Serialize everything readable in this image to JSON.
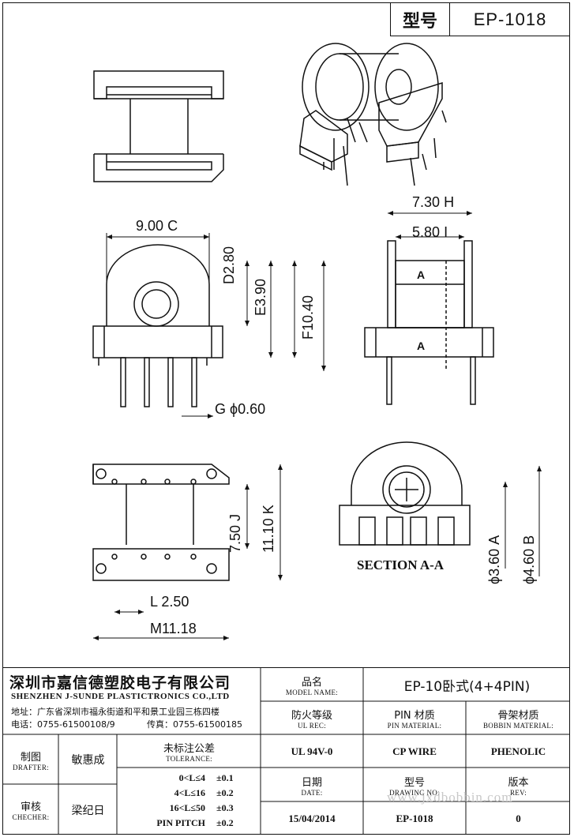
{
  "header": {
    "model_label": "型号",
    "model_value": "EP-1018"
  },
  "dimensions": {
    "H": "7.30",
    "H_tag": "H",
    "I": "5.80",
    "I_tag": "I",
    "C": "9.00",
    "C_tag": "C",
    "D": "2.80",
    "D_tag": "D",
    "E": "3.90",
    "E_tag": "E",
    "F": "10.40",
    "F_tag": "F",
    "G": "ϕ0.60",
    "G_tag": "G",
    "J": "7.50",
    "J_tag": "J",
    "K": "11.10",
    "K_tag": "K",
    "L": "2.50",
    "L_tag": "L",
    "M": "11.18",
    "M_tag": "M",
    "A": "ϕ3.60",
    "A_tag": "A",
    "B": "ϕ4.60",
    "B_tag": "B",
    "section_mark": "A",
    "section_title": "SECTION A-A"
  },
  "title_block": {
    "company_cn": "深圳市嘉信德塑胶电子有限公司",
    "company_en": "SHENZHEN J-SUNDE PLASTICTRONICS CO.,LTD",
    "address": "地址：广东省深圳市福永街道和平和景工业园三栋四楼",
    "phone": "电话：0755-61500108/9",
    "fax": "传真：0755-61500185",
    "model_name_cn": "品名",
    "model_name_en": "MODEL NAME:",
    "model_name_value": "EP-10卧式(4+4PIN)",
    "ul_cn": "防火等级",
    "ul_en": "UL REC:",
    "pin_mat_cn": "PIN 材质",
    "pin_mat_en": "PIN MATERIAL:",
    "bobbin_mat_cn": "骨架材质",
    "bobbin_mat_en": "BOBBIN MATERIAL:",
    "ul_value": "UL 94V-0",
    "pin_value": "CP WIRE",
    "bobbin_value": "PHENOLIC",
    "drafter_cn": "制图",
    "drafter_en": "DRAFTER:",
    "drafter_name": "敏惠成",
    "checker_cn": "审核",
    "checker_en": "CHECHER:",
    "checker_name": "梁纪日",
    "tolerance_cn": "未标注公差",
    "tolerance_en": "TOLERANCE:",
    "tol_rows": [
      {
        "range": "0<L≤4",
        "value": "±0.1"
      },
      {
        "range": "4<L≤16",
        "value": "±0.2"
      },
      {
        "range": "16<L≤50",
        "value": "±0.3"
      },
      {
        "range": "PIN PITCH",
        "value": "±0.2"
      }
    ],
    "date_cn": "日期",
    "date_en": "DATE:",
    "date_value": "15/04/2014",
    "drawing_cn": "型号",
    "drawing_en": "DRAWING NO:",
    "drawing_value": "EP-1018",
    "rev_cn": "版本",
    "rev_en": "REV:",
    "rev_value": "0",
    "watermark": "www.jxdbobbin.com"
  },
  "colors": {
    "line": "#111111",
    "paper": "#ffffff",
    "watermark": "#c8c8c8"
  }
}
